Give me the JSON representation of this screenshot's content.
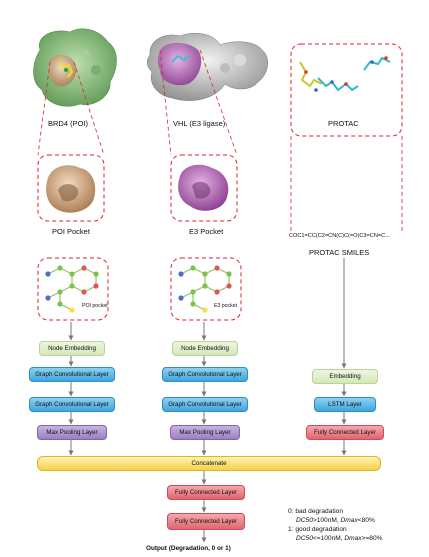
{
  "structures": {
    "poi_label": "BRD4 (POI)",
    "e3_label": "VHL (E3 ligase)",
    "protac_label": "PROTAC",
    "poi_pocket_label": "POI Pocket",
    "e3_pocket_label": "E3 Pocket",
    "smiles_text": "COC1=CC(C2=CN(C)C(=O)C3=CN=C...",
    "smiles_label": "PROTAC SMILES",
    "poi_graph_label": "POI pocket",
    "e3_graph_label": "E3 pocket"
  },
  "poi_branch": {
    "node_embedding": "Node Embedding",
    "gcn1": "Graph Convolutional Layer",
    "gcn2": "Graph Convolutional Layer",
    "pool": "Max Pooling Layer"
  },
  "e3_branch": {
    "node_embedding": "Node Embedding",
    "gcn1": "Graph Convolutional Layer",
    "gcn2": "Graph Convolutional Layer",
    "pool": "Max Pooling Layer"
  },
  "protac_branch": {
    "embedding": "Embedding",
    "lstm": "LSTM Layer",
    "fc": "Fully Connected Layer"
  },
  "head": {
    "concatenate": "Concatenate",
    "fc1": "Fully Connected Layer",
    "fc2": "Fully Connected Layer",
    "output": "Output (Degradation, 0 or 1)"
  },
  "legend": {
    "line1": "0: bad degradation",
    "line2_a": "DC50",
    "line2_b": ">100nM, ",
    "line2_c": "Dmax",
    "line2_d": "<80%",
    "line3": "1: good degradation",
    "line4_a": "DC50",
    "line4_b": "<=100nM, ",
    "line4_c": "Dmax",
    "line4_d": ">=80%"
  },
  "colors": {
    "dash_red": "#d9252e",
    "arrow": "#777777",
    "poi_surface": "#8fbf7f",
    "poi_pocket": "#d9b089",
    "e3_surface": "#c9c9c9",
    "e3_pocket": "#b864b8",
    "node_green": "#7cc24a",
    "node_red": "#e05555",
    "node_blue": "#4d6fc7",
    "node_yellow": "#f2e24a"
  }
}
